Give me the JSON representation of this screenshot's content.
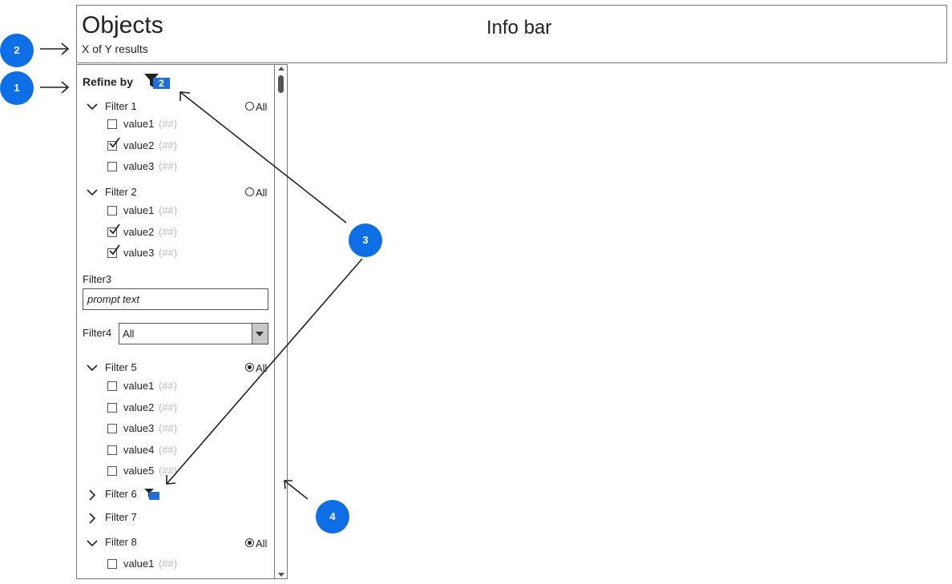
{
  "header": {
    "title": "Objects",
    "subtitle": "X of Y results",
    "info_bar": "Info bar"
  },
  "refine": {
    "label": "Refine by",
    "badge": "2"
  },
  "filter1": {
    "label": "Filter 1",
    "all": "All",
    "items": [
      {
        "label": "value1",
        "count": "(##)",
        "checked": false
      },
      {
        "label": "value2",
        "count": "(##)",
        "checked": true
      },
      {
        "label": "value3",
        "count": "(##)",
        "checked": false
      }
    ]
  },
  "filter2": {
    "label": "Filter 2",
    "all": "All",
    "items": [
      {
        "label": "value1",
        "count": "(##)",
        "checked": false
      },
      {
        "label": "value2",
        "count": "(##)",
        "checked": true
      },
      {
        "label": "value3",
        "count": "(##)",
        "checked": true
      }
    ]
  },
  "filter3": {
    "label": "Filter3",
    "placeholder": "prompt text"
  },
  "filter4": {
    "label": "Filter4",
    "selected": "All"
  },
  "filter5": {
    "label": "Filter 5",
    "all": "All",
    "items": [
      {
        "label": "value1",
        "count": "(##)",
        "checked": false
      },
      {
        "label": "value2",
        "count": "(##)",
        "checked": false
      },
      {
        "label": "value3",
        "count": "(##)",
        "checked": false
      },
      {
        "label": "value4",
        "count": "(##)",
        "checked": false
      },
      {
        "label": "value5",
        "count": "(##)",
        "checked": false
      }
    ]
  },
  "filter6": {
    "label": "Filter 6"
  },
  "filter7": {
    "label": "Filter 7"
  },
  "filter8": {
    "label": "Filter 8",
    "all": "All",
    "items": [
      {
        "label": "value1",
        "count": "(##)",
        "checked": false
      }
    ]
  },
  "callouts": [
    "1",
    "2",
    "3",
    "4"
  ],
  "colors": {
    "accent": "#1f6fd6",
    "callout": "#0d6ee6",
    "border": "#777777"
  }
}
